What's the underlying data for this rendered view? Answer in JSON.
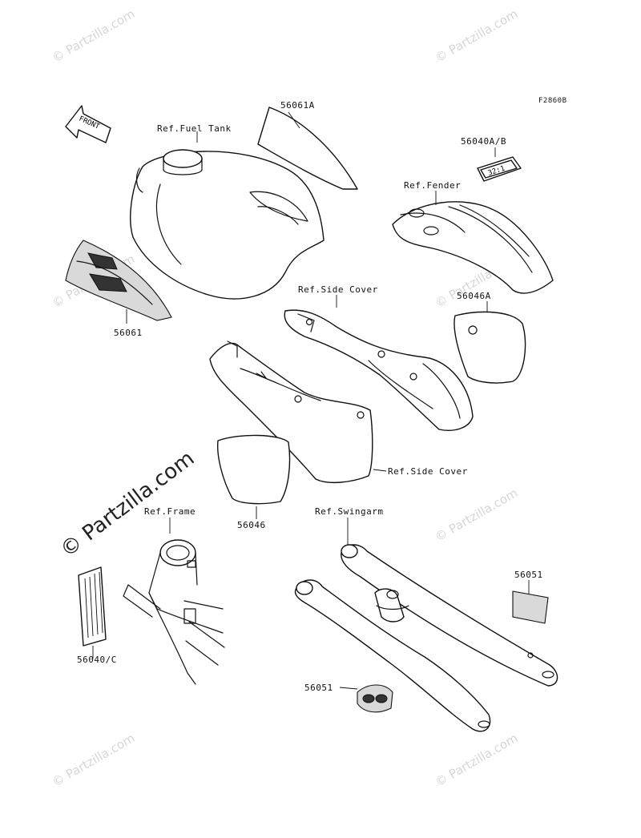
{
  "figure_code": "F2860B",
  "front_arrow_text": "FRONT",
  "label_56040_plate_text": "32:1",
  "labels": {
    "p56061a": "56061A",
    "ref_fuel_tank": "Ref.Fuel Tank",
    "p56040ab": "56040A/B",
    "ref_fender": "Ref.Fender",
    "ref_side_cover_top": "Ref.Side Cover",
    "p56046a": "56046A",
    "p56061": "56061",
    "ref_side_cover_bottom": "Ref.Side Cover",
    "p56046": "56046",
    "ref_frame": "Ref.Frame",
    "ref_swingarm": "Ref.Swingarm",
    "p56051_right": "56051",
    "p56040c": "56040/C",
    "p56051_bottom": "56051"
  },
  "watermarks": {
    "small": "© Partzilla.com",
    "large": "© Partzilla.com"
  }
}
